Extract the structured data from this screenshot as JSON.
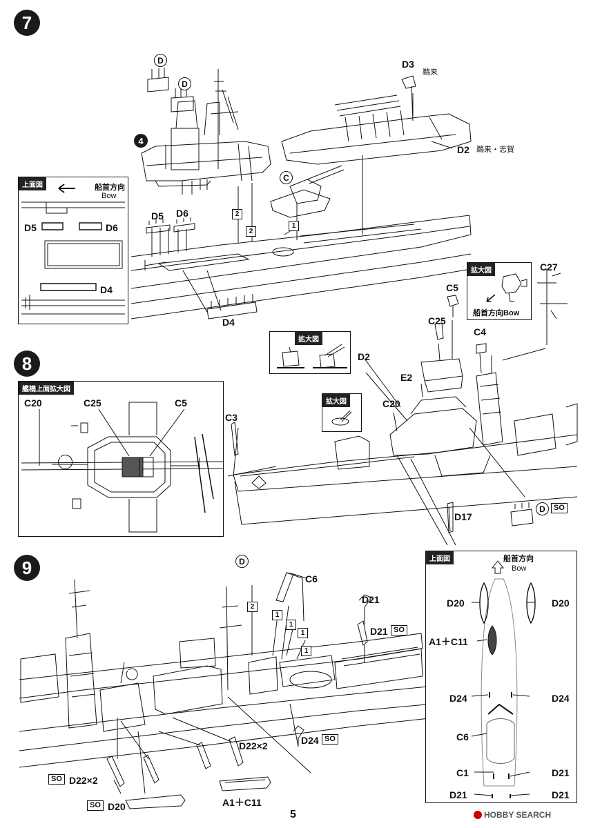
{
  "steps": {
    "step7": {
      "number": "7",
      "sub_step_4": "4",
      "callout_D_left": "D",
      "callout_D_right": "D",
      "callout_C": "C",
      "box_1": "1",
      "box_2a": "2",
      "box_2b": "2",
      "label_D3": "D3",
      "label_D3_ship": "鵜来",
      "label_D2": "D2",
      "label_D2_ship": "鵜来・志賀",
      "label_D5": "D5",
      "label_D6": "D6",
      "label_D4": "D4",
      "top_view_panel": {
        "title": "上面図",
        "bow_jp": "船首方向",
        "bow_en": "Bow",
        "label_D5": "D5",
        "label_D6": "D6",
        "label_D4": "D4"
      }
    },
    "step8": {
      "number": "8",
      "bridge_panel": {
        "title": "艦橋上面拡大図",
        "label_C20": "C20",
        "label_C25": "C25",
        "label_C5": "C5"
      },
      "enlarge_top": {
        "title": "拡大図",
        "label_C5": "C5",
        "bow": "船首方向Bow"
      },
      "enlarge_d2": {
        "title": "拡大図",
        "label_D2": "D2"
      },
      "enlarge_c20": {
        "title": "拡大図",
        "label_C20": "C20"
      },
      "label_C27": "C27",
      "label_C25": "C25",
      "label_C4": "C4",
      "label_E2": "E2",
      "label_C3": "C3",
      "label_D17": "D17",
      "callout_D": "D",
      "so": "SO"
    },
    "step9": {
      "number": "9",
      "callout_D": "D",
      "label_C6": "C6",
      "label_D21": "D21",
      "label_D21_so": "D21",
      "so_1": "SO",
      "label_D24": "D24",
      "so_2": "SO",
      "label_D22_top": "D22×2",
      "label_D22_bottom": "D22×2",
      "so_3": "SO",
      "label_D20": "D20",
      "so_4": "SO",
      "label_A1C11": "A1＋C11",
      "boxes": [
        "2",
        "1",
        "1",
        "1",
        "1"
      ],
      "top_view_panel": {
        "title": "上面図",
        "bow_jp": "船首方向",
        "bow_en": "Bow",
        "d20_left": "D20",
        "d20_right": "D20",
        "a1c11": "A1＋C11",
        "d24_left": "D24",
        "d24_right": "D24",
        "c6": "C6",
        "c1": "C1",
        "d21_right_upper": "D21",
        "d21_left": "D21",
        "d21_right_lower": "D21"
      }
    }
  },
  "page_number": "5",
  "watermark": "HOBBY SEARCH"
}
